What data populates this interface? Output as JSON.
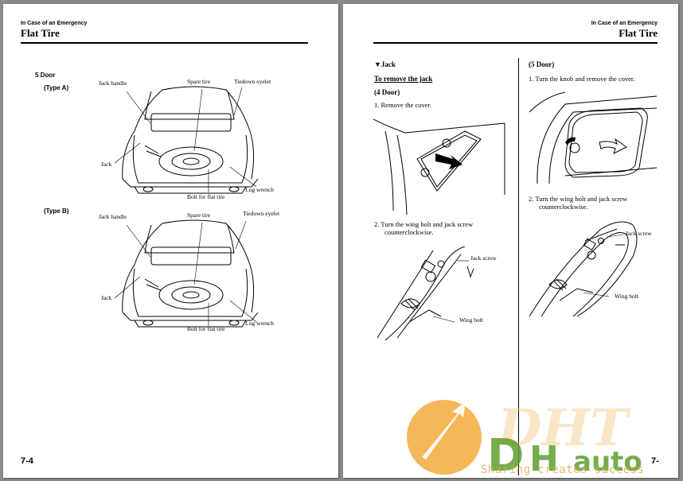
{
  "left_page": {
    "section_label": "In Case of an Emergency",
    "title": "Flat Tire",
    "door_label": "5 Door",
    "type_a_label": "(Type A)",
    "type_b_label": "(Type B)",
    "callouts": {
      "jack_handle": "Jack handle",
      "spare_tire": "Spare tire",
      "tiedown_eyelet": "Tiedown eyelet",
      "jack": "Jack",
      "lug_wrench": "Lug wrench",
      "bolt_for_flat_tire": "Bolt for flat tire"
    },
    "page_number": "7-4"
  },
  "right_page": {
    "section_label": "In Case of an Emergency",
    "title": "Flat Tire",
    "jack_heading": "Jack",
    "jack_marker": "▼",
    "remove_heading": "To remove the jack",
    "four_door": "(4 Door)",
    "step1_4door": "1.  Remove the cover.",
    "step2_line1": "2.  Turn the wing bolt and jack screw",
    "step2_line2": "counterclockwise.",
    "jack_screw": "Jack screw",
    "wing_bolt": "Wing bolt",
    "five_door": "(5 Door)",
    "step1_5door": "1.  Turn the knob and remove the cover.",
    "page_number": "7-"
  },
  "watermark": {
    "logo_text": "DHT",
    "brand_text": "auto",
    "tagline": "Sharing creates success",
    "accent_color": "#f3a531",
    "green_color": "#5e9e2e"
  }
}
